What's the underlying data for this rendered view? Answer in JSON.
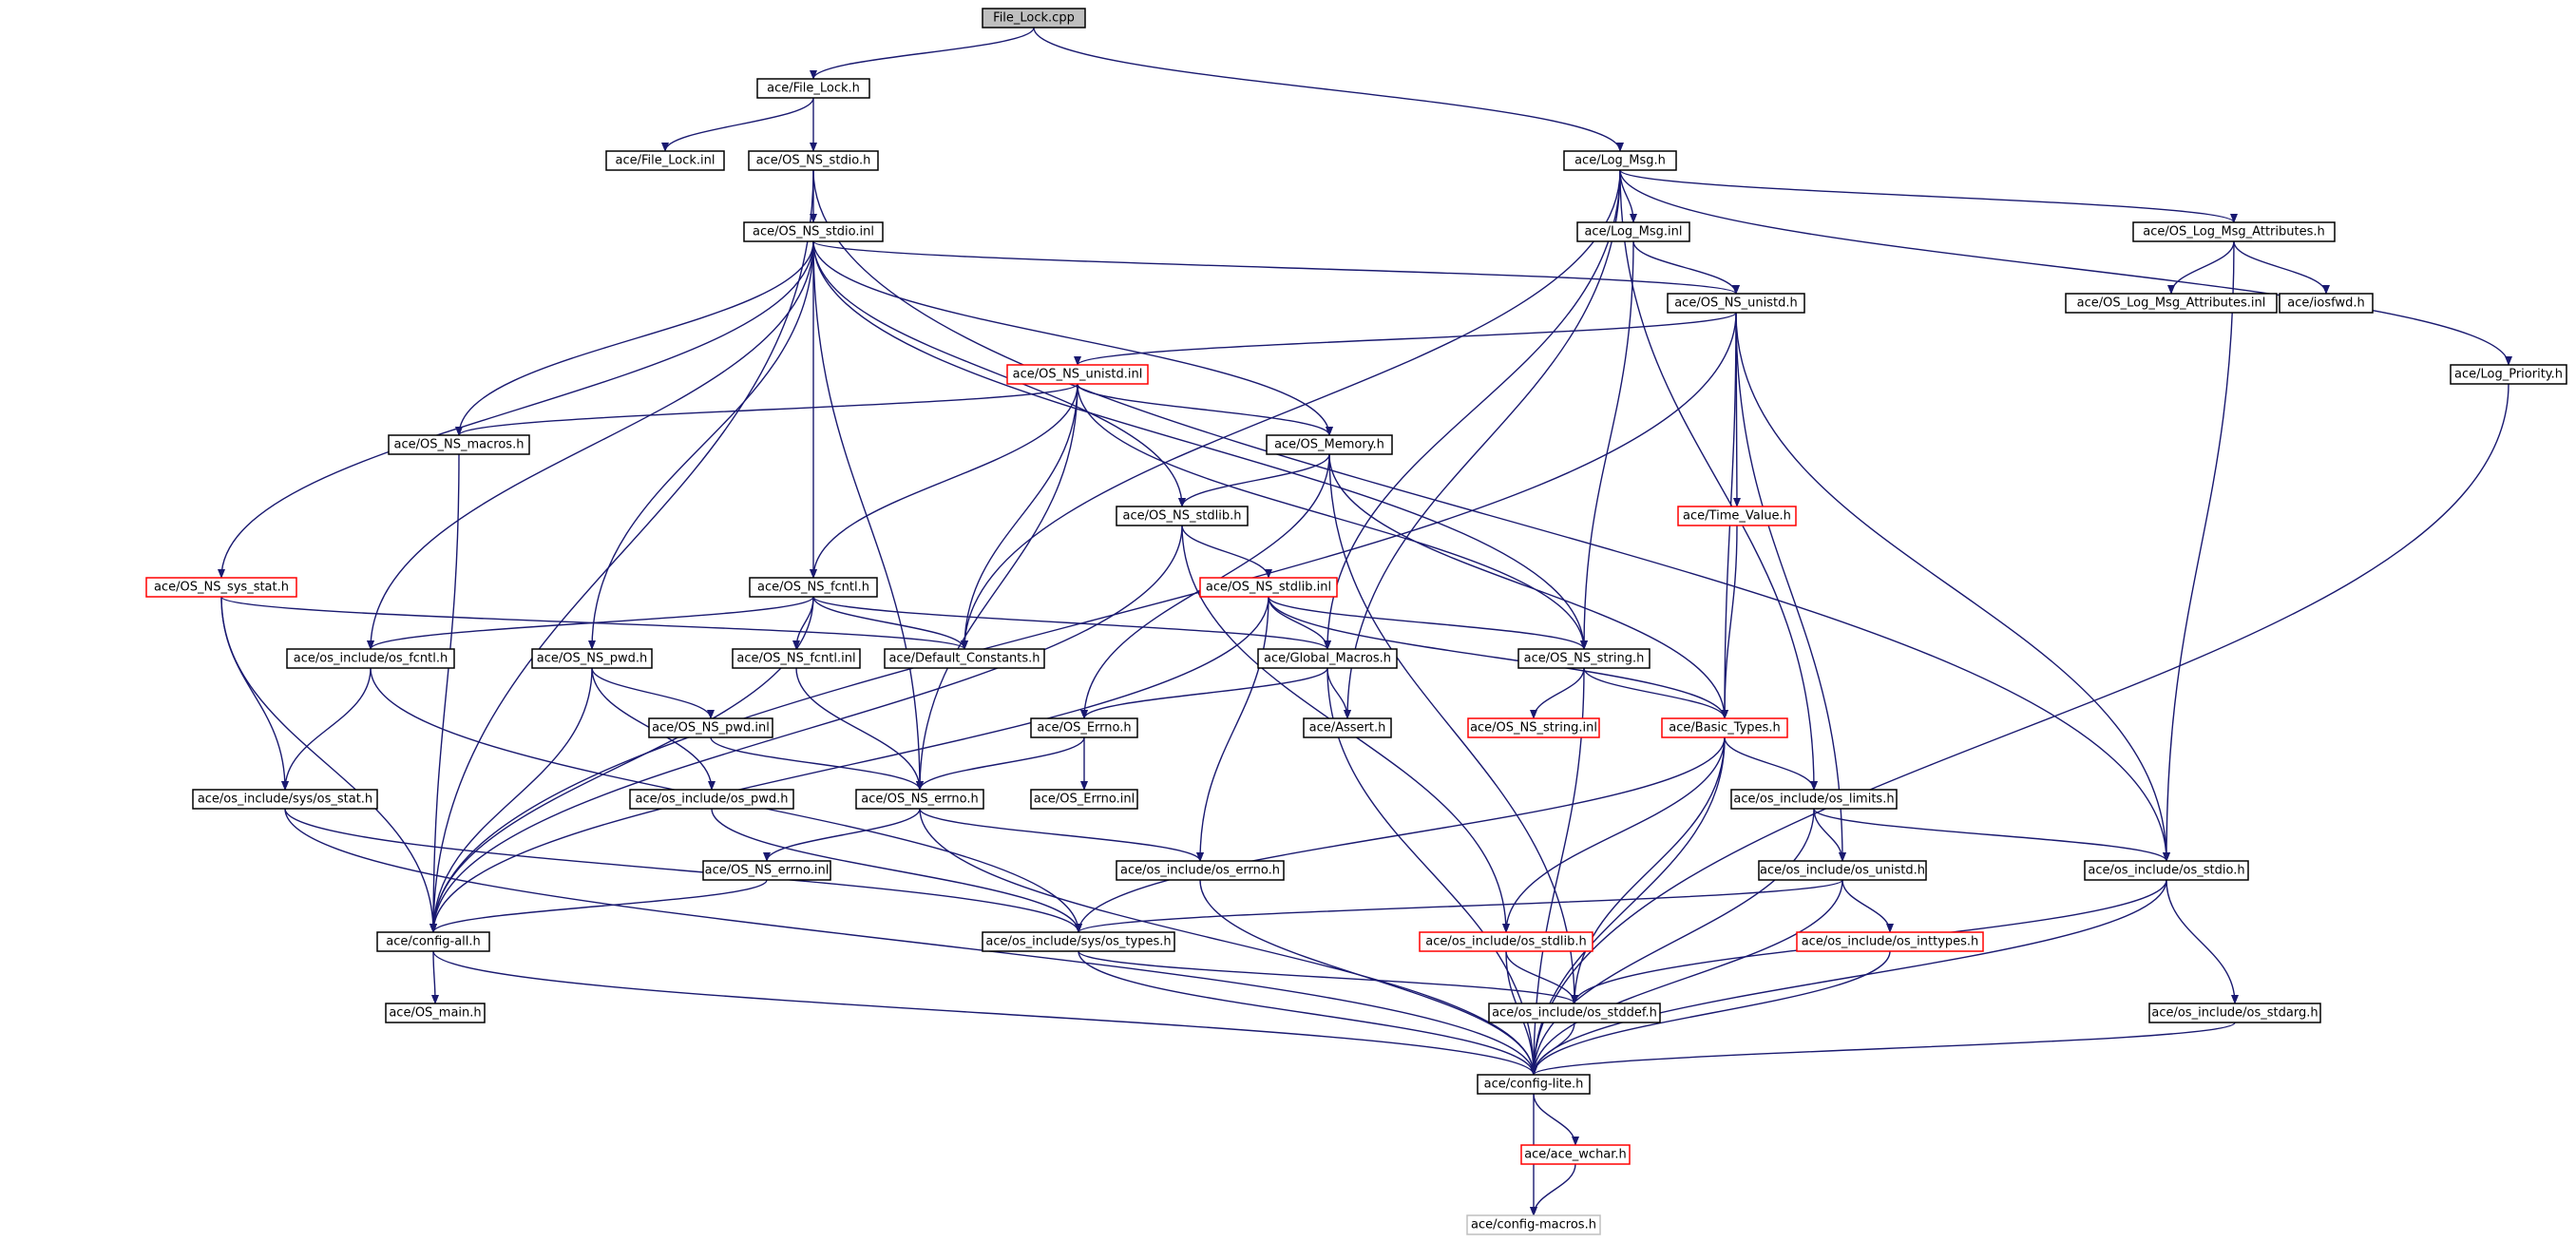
{
  "diagram": {
    "title": "File_Lock.cpp",
    "colors": {
      "edge": "#191970",
      "box_border": "#000000",
      "incomplete_border": "#ff0000",
      "external_border": "#bfbfbf",
      "root_fill": "#bfbfbf"
    },
    "nodes": [
      {
        "id": "root",
        "label": "File_Lock.cpp",
        "kind": "root"
      },
      {
        "id": "file_lock_h",
        "label": "ace/File_Lock.h",
        "kind": "normal"
      },
      {
        "id": "file_lock_inl",
        "label": "ace/File_Lock.inl",
        "kind": "normal"
      },
      {
        "id": "os_ns_stdio_h",
        "label": "ace/OS_NS_stdio.h",
        "kind": "normal"
      },
      {
        "id": "log_msg_h",
        "label": "ace/Log_Msg.h",
        "kind": "normal"
      },
      {
        "id": "os_ns_stdio_inl",
        "label": "ace/OS_NS_stdio.inl",
        "kind": "normal"
      },
      {
        "id": "log_msg_inl",
        "label": "ace/Log_Msg.inl",
        "kind": "normal"
      },
      {
        "id": "os_log_msg_attr_h",
        "label": "ace/OS_Log_Msg_Attributes.h",
        "kind": "normal"
      },
      {
        "id": "os_log_msg_attr_inl",
        "label": "ace/OS_Log_Msg_Attributes.inl",
        "kind": "normal"
      },
      {
        "id": "iosfwd_h",
        "label": "ace/iosfwd.h",
        "kind": "normal"
      },
      {
        "id": "os_ns_unistd_h",
        "label": "ace/OS_NS_unistd.h",
        "kind": "normal"
      },
      {
        "id": "log_priority_h",
        "label": "ace/Log_Priority.h",
        "kind": "normal"
      },
      {
        "id": "os_ns_unistd_inl",
        "label": "ace/OS_NS_unistd.inl",
        "kind": "incomplete"
      },
      {
        "id": "os_ns_macros_h",
        "label": "ace/OS_NS_macros.h",
        "kind": "normal"
      },
      {
        "id": "os_memory_h",
        "label": "ace/OS_Memory.h",
        "kind": "normal"
      },
      {
        "id": "os_ns_stdlib_h",
        "label": "ace/OS_NS_stdlib.h",
        "kind": "normal"
      },
      {
        "id": "time_value_h",
        "label": "ace/Time_Value.h",
        "kind": "incomplete"
      },
      {
        "id": "os_ns_sys_stat_h",
        "label": "ace/OS_NS_sys_stat.h",
        "kind": "incomplete"
      },
      {
        "id": "os_ns_fcntl_h",
        "label": "ace/OS_NS_fcntl.h",
        "kind": "normal"
      },
      {
        "id": "os_ns_stdlib_inl",
        "label": "ace/OS_NS_stdlib.inl",
        "kind": "incomplete"
      },
      {
        "id": "os_include_os_fcntl_h",
        "label": "ace/os_include/os_fcntl.h",
        "kind": "normal"
      },
      {
        "id": "os_ns_pwd_h",
        "label": "ace/OS_NS_pwd.h",
        "kind": "normal"
      },
      {
        "id": "os_ns_fcntl_inl",
        "label": "ace/OS_NS_fcntl.inl",
        "kind": "normal"
      },
      {
        "id": "default_constants_h",
        "label": "ace/Default_Constants.h",
        "kind": "normal"
      },
      {
        "id": "global_macros_h",
        "label": "ace/Global_Macros.h",
        "kind": "normal"
      },
      {
        "id": "os_ns_string_h",
        "label": "ace/OS_NS_string.h",
        "kind": "normal"
      },
      {
        "id": "os_ns_pwd_inl",
        "label": "ace/OS_NS_pwd.inl",
        "kind": "normal"
      },
      {
        "id": "os_errno_h",
        "label": "ace/OS_Errno.h",
        "kind": "normal"
      },
      {
        "id": "assert_h",
        "label": "ace/Assert.h",
        "kind": "normal"
      },
      {
        "id": "os_ns_string_inl",
        "label": "ace/OS_NS_string.inl",
        "kind": "incomplete"
      },
      {
        "id": "basic_types_h",
        "label": "ace/Basic_Types.h",
        "kind": "incomplete"
      },
      {
        "id": "os_include_sys_os_stat_h",
        "label": "ace/os_include/sys/os_stat.h",
        "kind": "normal"
      },
      {
        "id": "os_include_os_pwd_h",
        "label": "ace/os_include/os_pwd.h",
        "kind": "normal"
      },
      {
        "id": "os_ns_errno_h",
        "label": "ace/OS_NS_errno.h",
        "kind": "normal"
      },
      {
        "id": "os_errno_inl",
        "label": "ace/OS_Errno.inl",
        "kind": "normal"
      },
      {
        "id": "os_include_os_limits_h",
        "label": "ace/os_include/os_limits.h",
        "kind": "normal"
      },
      {
        "id": "os_ns_errno_inl",
        "label": "ace/OS_NS_errno.inl",
        "kind": "normal"
      },
      {
        "id": "os_include_os_errno_h",
        "label": "ace/os_include/os_errno.h",
        "kind": "normal"
      },
      {
        "id": "os_include_os_unistd_h",
        "label": "ace/os_include/os_unistd.h",
        "kind": "normal"
      },
      {
        "id": "os_include_os_stdio_h",
        "label": "ace/os_include/os_stdio.h",
        "kind": "normal"
      },
      {
        "id": "config_all_h",
        "label": "ace/config-all.h",
        "kind": "normal"
      },
      {
        "id": "os_include_sys_os_types_h",
        "label": "ace/os_include/sys/os_types.h",
        "kind": "normal"
      },
      {
        "id": "os_include_os_stdlib_h",
        "label": "ace/os_include/os_stdlib.h",
        "kind": "incomplete"
      },
      {
        "id": "os_include_os_inttypes_h",
        "label": "ace/os_include/os_inttypes.h",
        "kind": "incomplete"
      },
      {
        "id": "os_main_h",
        "label": "ace/OS_main.h",
        "kind": "normal"
      },
      {
        "id": "os_include_os_stddef_h",
        "label": "ace/os_include/os_stddef.h",
        "kind": "normal"
      },
      {
        "id": "os_include_os_stdarg_h",
        "label": "ace/os_include/os_stdarg.h",
        "kind": "normal"
      },
      {
        "id": "config_lite_h",
        "label": "ace/config-lite.h",
        "kind": "normal"
      },
      {
        "id": "ace_wchar_h",
        "label": "ace/ace_wchar.h",
        "kind": "incomplete"
      },
      {
        "id": "config_macros_h",
        "label": "ace/config-macros.h",
        "kind": "external"
      }
    ],
    "edges": [
      [
        "root",
        "file_lock_h"
      ],
      [
        "root",
        "log_msg_h"
      ],
      [
        "file_lock_h",
        "file_lock_inl"
      ],
      [
        "file_lock_h",
        "os_ns_stdio_h"
      ],
      [
        "os_ns_stdio_h",
        "os_ns_stdio_inl"
      ],
      [
        "os_ns_stdio_h",
        "config_all_h"
      ],
      [
        "os_ns_stdio_h",
        "os_include_os_stdio_h"
      ],
      [
        "os_ns_stdio_inl",
        "os_ns_unistd_h"
      ],
      [
        "os_ns_stdio_inl",
        "os_ns_macros_h"
      ],
      [
        "os_ns_stdio_inl",
        "os_ns_sys_stat_h"
      ],
      [
        "os_ns_stdio_inl",
        "os_include_os_fcntl_h"
      ],
      [
        "os_ns_stdio_inl",
        "os_ns_pwd_h"
      ],
      [
        "os_ns_stdio_inl",
        "os_ns_errno_h"
      ],
      [
        "os_ns_stdio_inl",
        "os_ns_fcntl_h"
      ],
      [
        "os_ns_stdio_inl",
        "os_ns_stdlib_h"
      ],
      [
        "os_ns_stdio_inl",
        "os_memory_h"
      ],
      [
        "os_ns_stdio_inl",
        "os_ns_string_h"
      ],
      [
        "log_msg_h",
        "default_constants_h"
      ],
      [
        "log_msg_h",
        "global_macros_h"
      ],
      [
        "log_msg_h",
        "assert_h"
      ],
      [
        "log_msg_h",
        "log_msg_inl"
      ],
      [
        "log_msg_h",
        "os_log_msg_attr_h"
      ],
      [
        "log_msg_h",
        "log_priority_h"
      ],
      [
        "log_msg_h",
        "os_include_os_limits_h"
      ],
      [
        "log_msg_inl",
        "os_ns_unistd_h"
      ],
      [
        "log_msg_inl",
        "os_ns_string_h"
      ],
      [
        "os_log_msg_attr_h",
        "os_log_msg_attr_inl"
      ],
      [
        "os_log_msg_attr_h",
        "iosfwd_h"
      ],
      [
        "os_log_msg_attr_h",
        "os_include_os_stdio_h"
      ],
      [
        "log_priority_h",
        "config_lite_h"
      ],
      [
        "os_ns_unistd_h",
        "os_ns_unistd_inl"
      ],
      [
        "os_ns_unistd_h",
        "config_all_h"
      ],
      [
        "os_ns_unistd_h",
        "time_value_h"
      ],
      [
        "os_ns_unistd_h",
        "basic_types_h"
      ],
      [
        "os_ns_unistd_h",
        "os_include_os_unistd_h"
      ],
      [
        "os_ns_unistd_h",
        "os_include_os_stdio_h"
      ],
      [
        "os_ns_unistd_inl",
        "os_ns_macros_h"
      ],
      [
        "os_ns_unistd_inl",
        "os_memory_h"
      ],
      [
        "os_ns_unistd_inl",
        "os_ns_fcntl_h"
      ],
      [
        "os_ns_unistd_inl",
        "default_constants_h"
      ],
      [
        "os_ns_unistd_inl",
        "os_ns_errno_h"
      ],
      [
        "os_ns_unistd_inl",
        "os_ns_string_h"
      ],
      [
        "os_ns_macros_h",
        "config_all_h"
      ],
      [
        "os_memory_h",
        "os_ns_stdlib_h"
      ],
      [
        "os_memory_h",
        "os_errno_h"
      ],
      [
        "os_memory_h",
        "basic_types_h"
      ],
      [
        "os_memory_h",
        "os_include_os_stddef_h"
      ],
      [
        "os_ns_stdlib_h",
        "os_ns_stdlib_inl"
      ],
      [
        "os_ns_stdlib_h",
        "config_all_h"
      ],
      [
        "os_ns_stdlib_h",
        "os_include_os_stdlib_h"
      ],
      [
        "time_value_h",
        "basic_types_h"
      ],
      [
        "os_ns_sys_stat_h",
        "os_include_sys_os_stat_h"
      ],
      [
        "os_ns_sys_stat_h",
        "config_all_h"
      ],
      [
        "os_ns_sys_stat_h",
        "default_constants_h"
      ],
      [
        "os_ns_fcntl_h",
        "os_include_os_fcntl_h"
      ],
      [
        "os_ns_fcntl_h",
        "os_ns_fcntl_inl"
      ],
      [
        "os_ns_fcntl_h",
        "default_constants_h"
      ],
      [
        "os_ns_fcntl_h",
        "global_macros_h"
      ],
      [
        "os_ns_fcntl_h",
        "config_all_h"
      ],
      [
        "os_ns_stdlib_inl",
        "global_macros_h"
      ],
      [
        "os_ns_stdlib_inl",
        "os_ns_string_h"
      ],
      [
        "os_ns_stdlib_inl",
        "basic_types_h"
      ],
      [
        "os_ns_stdlib_inl",
        "os_include_os_errno_h"
      ],
      [
        "os_ns_stdlib_inl",
        "config_all_h"
      ],
      [
        "os_include_os_fcntl_h",
        "os_include_sys_os_stat_h"
      ],
      [
        "os_include_os_fcntl_h",
        "os_include_sys_os_types_h"
      ],
      [
        "os_ns_pwd_h",
        "os_ns_pwd_inl"
      ],
      [
        "os_ns_pwd_h",
        "os_include_os_pwd_h"
      ],
      [
        "os_ns_pwd_h",
        "config_all_h"
      ],
      [
        "os_ns_fcntl_inl",
        "os_ns_errno_h"
      ],
      [
        "global_macros_h",
        "os_errno_h"
      ],
      [
        "global_macros_h",
        "assert_h"
      ],
      [
        "global_macros_h",
        "config_lite_h"
      ],
      [
        "os_ns_string_h",
        "os_ns_string_inl"
      ],
      [
        "os_ns_string_h",
        "basic_types_h"
      ],
      [
        "os_ns_string_h",
        "config_lite_h"
      ],
      [
        "os_ns_pwd_inl",
        "os_ns_errno_h"
      ],
      [
        "os_errno_h",
        "os_ns_errno_h"
      ],
      [
        "os_errno_h",
        "os_errno_inl"
      ],
      [
        "basic_types_h",
        "os_include_os_limits_h"
      ],
      [
        "basic_types_h",
        "os_include_sys_os_types_h"
      ],
      [
        "basic_types_h",
        "os_include_os_stdlib_h"
      ],
      [
        "basic_types_h",
        "os_include_os_stddef_h"
      ],
      [
        "basic_types_h",
        "config_lite_h"
      ],
      [
        "os_include_sys_os_stat_h",
        "os_include_sys_os_types_h"
      ],
      [
        "os_include_sys_os_stat_h",
        "config_lite_h"
      ],
      [
        "os_include_os_pwd_h",
        "os_include_sys_os_types_h"
      ],
      [
        "os_ns_errno_h",
        "os_ns_errno_inl"
      ],
      [
        "os_ns_errno_h",
        "os_include_os_errno_h"
      ],
      [
        "os_ns_errno_h",
        "config_lite_h"
      ],
      [
        "os_include_os_limits_h",
        "os_include_os_unistd_h"
      ],
      [
        "os_include_os_limits_h",
        "os_include_os_stdio_h"
      ],
      [
        "os_include_os_limits_h",
        "config_lite_h"
      ],
      [
        "os_ns_errno_inl",
        "config_all_h"
      ],
      [
        "os_include_os_errno_h",
        "config_lite_h"
      ],
      [
        "os_include_os_unistd_h",
        "os_include_sys_os_types_h"
      ],
      [
        "os_include_os_unistd_h",
        "os_include_os_inttypes_h"
      ],
      [
        "os_include_os_unistd_h",
        "config_lite_h"
      ],
      [
        "os_include_os_stdio_h",
        "os_include_os_stddef_h"
      ],
      [
        "os_include_os_stdio_h",
        "os_include_os_stdarg_h"
      ],
      [
        "os_include_os_stdio_h",
        "config_lite_h"
      ],
      [
        "config_all_h",
        "os_main_h"
      ],
      [
        "config_all_h",
        "config_lite_h"
      ],
      [
        "os_include_sys_os_types_h",
        "os_include_os_stddef_h"
      ],
      [
        "os_include_sys_os_types_h",
        "config_lite_h"
      ],
      [
        "os_include_os_stdlib_h",
        "os_include_os_stddef_h"
      ],
      [
        "os_include_os_stdlib_h",
        "config_lite_h"
      ],
      [
        "os_include_os_inttypes_h",
        "config_lite_h"
      ],
      [
        "os_include_os_stddef_h",
        "config_lite_h"
      ],
      [
        "os_include_os_stdarg_h",
        "config_lite_h"
      ],
      [
        "config_lite_h",
        "ace_wchar_h"
      ],
      [
        "config_lite_h",
        "config_macros_h"
      ],
      [
        "ace_wchar_h",
        "config_macros_h"
      ]
    ]
  }
}
